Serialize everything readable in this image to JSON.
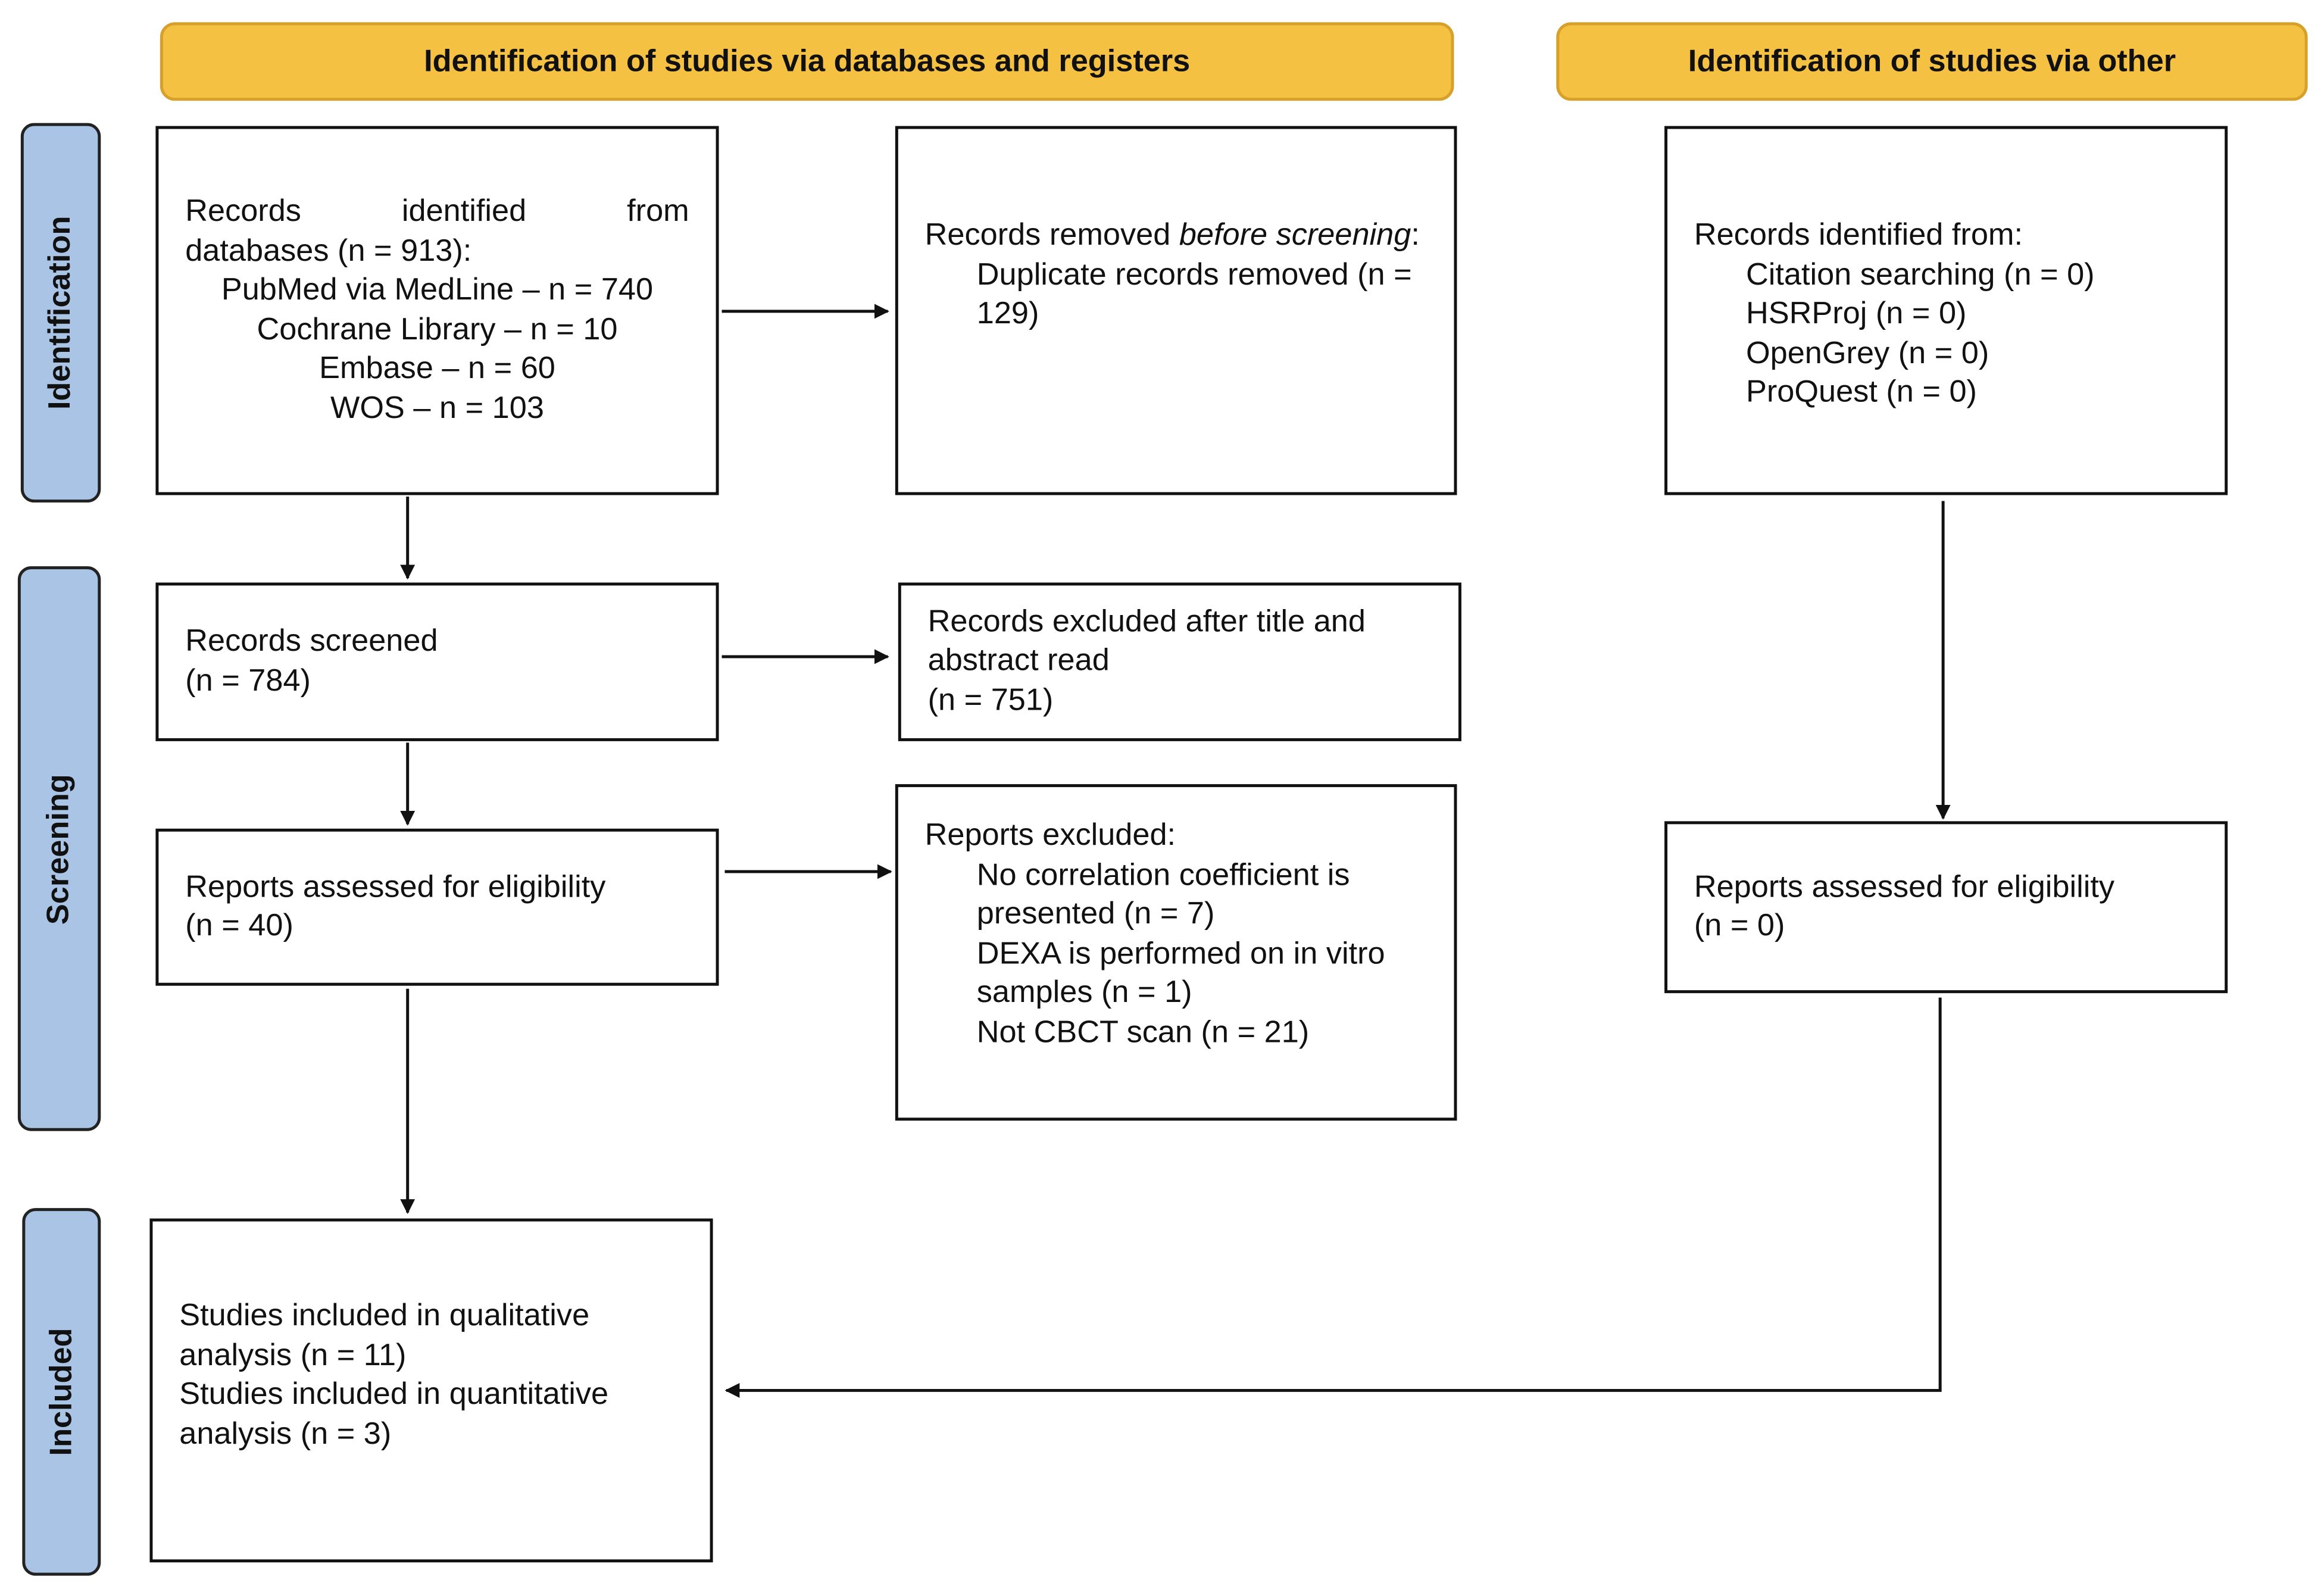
{
  "headers": {
    "databases": "Identification of studies via databases and registers",
    "other": "Identification of studies via other"
  },
  "phases": {
    "identification": "Identification",
    "screening": "Screening",
    "included": "Included"
  },
  "identified_db": {
    "line1_words": [
      "Records",
      "identified",
      "from"
    ],
    "line2": "databases (n = 913):",
    "sources": [
      "PubMed via MedLine – n = 740",
      "Cochrane Library – n = 10",
      "Embase – n = 60",
      "WOS – n = 103"
    ]
  },
  "removed": {
    "prefix": "Records removed ",
    "italic": "before screening",
    "suffix": ":",
    "items": [
      "Duplicate records removed (n = 129)"
    ]
  },
  "identified_other": {
    "title": "Records identified from:",
    "items": [
      "Citation searching (n = 0)",
      "HSRProj (n = 0)",
      "OpenGrey (n = 0)",
      "ProQuest (n = 0)"
    ]
  },
  "screened": {
    "title": "Records screened",
    "count": "(n = 784)"
  },
  "excluded_title": {
    "title": "Records excluded after title and abstract read",
    "count": "(n = 751)"
  },
  "assessed_db": {
    "title": "Reports assessed for eligibility",
    "count": "(n = 40)"
  },
  "reports_excluded": {
    "title": "Reports excluded:",
    "items": [
      "No correlation coefficient is presented (n = 7)",
      "DEXA is performed on in vitro samples (n = 1)",
      "Not CBCT scan (n = 21)"
    ]
  },
  "assessed_other": {
    "title": "Reports assessed for eligibility",
    "count": "(n = 0)"
  },
  "included": {
    "lines": [
      "Studies included in qualitative analysis (n = 11)",
      "Studies included in quantitative analysis (n = 3)"
    ]
  },
  "colors": {
    "header": "#f4c142",
    "phase": "#a9c4e4"
  }
}
